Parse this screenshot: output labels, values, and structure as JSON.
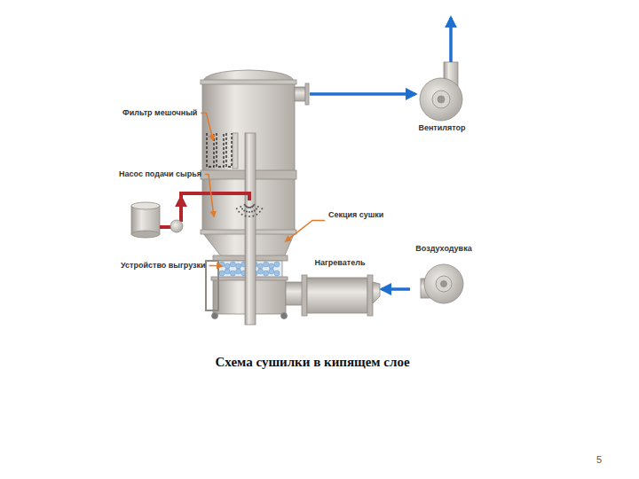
{
  "diagram": {
    "caption": "Схема сушилки в кипящем слое",
    "nodes": [
      {
        "text": [
          "Вентилятор"
        ]
      },
      {
        "text": [
          "Воздуходувка"
        ]
      },
      {
        "text": [
          "Нагреватель"
        ]
      }
    ],
    "edges": [
      {
        "from": 1,
        "to": 2,
        "arrow": "to"
      }
    ],
    "labels": [
      "Фильтр мешочный",
      "Насос подачи сырья",
      "Секция сушки",
      "Устройство выгрузки",
      "5"
    ]
  }
}
